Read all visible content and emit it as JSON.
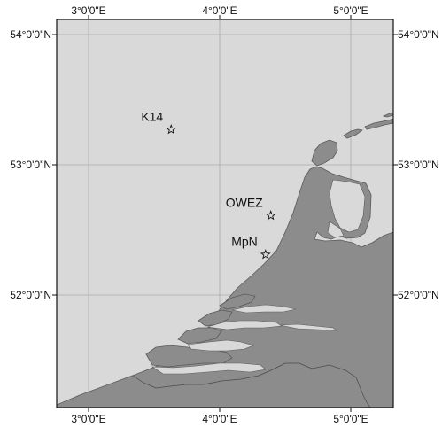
{
  "map": {
    "sea_color": "#d9d9d9",
    "land_color": "#8c8c8c",
    "longitude_ticks": [
      {
        "value": 3,
        "label": "3°0'0\"E"
      },
      {
        "value": 4,
        "label": "4°0'0\"E"
      },
      {
        "value": 5,
        "label": "5°0'0\"E"
      }
    ],
    "latitude_ticks": [
      {
        "value": 54,
        "label": "54°0'0\"N"
      },
      {
        "value": 53,
        "label": "53°0'0\"N"
      },
      {
        "value": 52,
        "label": "52°0'0\"N"
      }
    ],
    "stations": [
      {
        "name": "K14",
        "lon": 3.63,
        "lat": 53.27,
        "icon": "star-icon"
      },
      {
        "name": "OWEZ",
        "lon": 4.39,
        "lat": 52.61,
        "icon": "star-icon"
      },
      {
        "name": "MpN",
        "lon": 4.35,
        "lat": 52.31,
        "icon": "star-icon"
      }
    ]
  }
}
